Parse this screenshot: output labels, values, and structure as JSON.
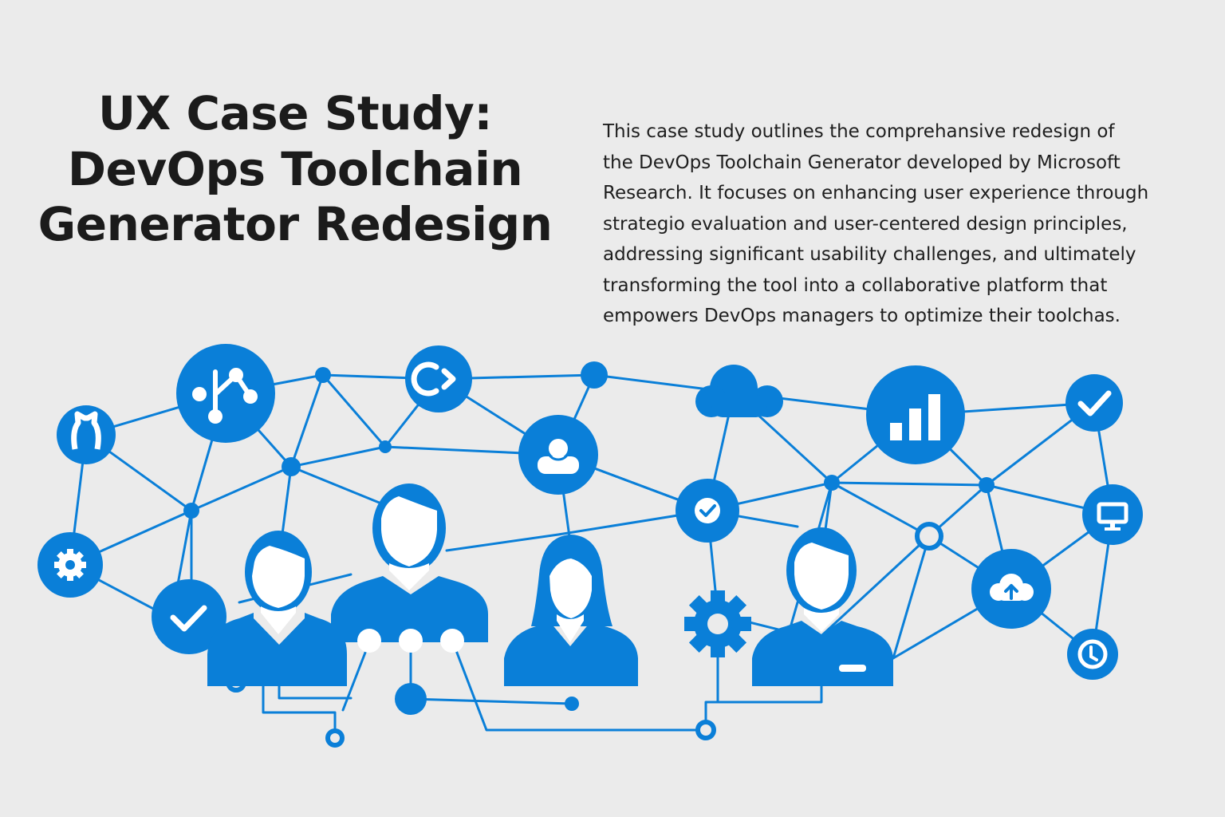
{
  "title": {
    "lines": [
      "UX Case Study:",
      "DevOps Toolchain",
      "Generator Redesign"
    ]
  },
  "description": {
    "lines": [
      "This case study outlines the comprehansive redesign of",
      "the DevOps Toolchain Generator developed by Microsoft",
      "Research. It focuses on enhancing user experience through",
      "strategio evaluation and user-centered design principles,",
      "addressing significant usability challenges, and ultimately",
      "transforming the tool into a collaborative platform that",
      "empowers DevOps managers to optimize their toolchas."
    ]
  },
  "colors": {
    "background": "#ebebeb",
    "accent": "#0a7fd8",
    "text": "#1b1b1b"
  },
  "network": {
    "icons": [
      "github-icon",
      "git-branch-icon",
      "code-icon",
      "user-group-icon",
      "cloud-icon",
      "bar-chart-icon",
      "check-icon",
      "settings-gear-icon",
      "checkmark-icon",
      "verified-check-icon",
      "cog-icon",
      "monitor-icon",
      "cloud-upload-icon",
      "clock-icon"
    ],
    "people": [
      "man-icon",
      "presenter-icon",
      "woman-icon",
      "developer-icon"
    ]
  }
}
